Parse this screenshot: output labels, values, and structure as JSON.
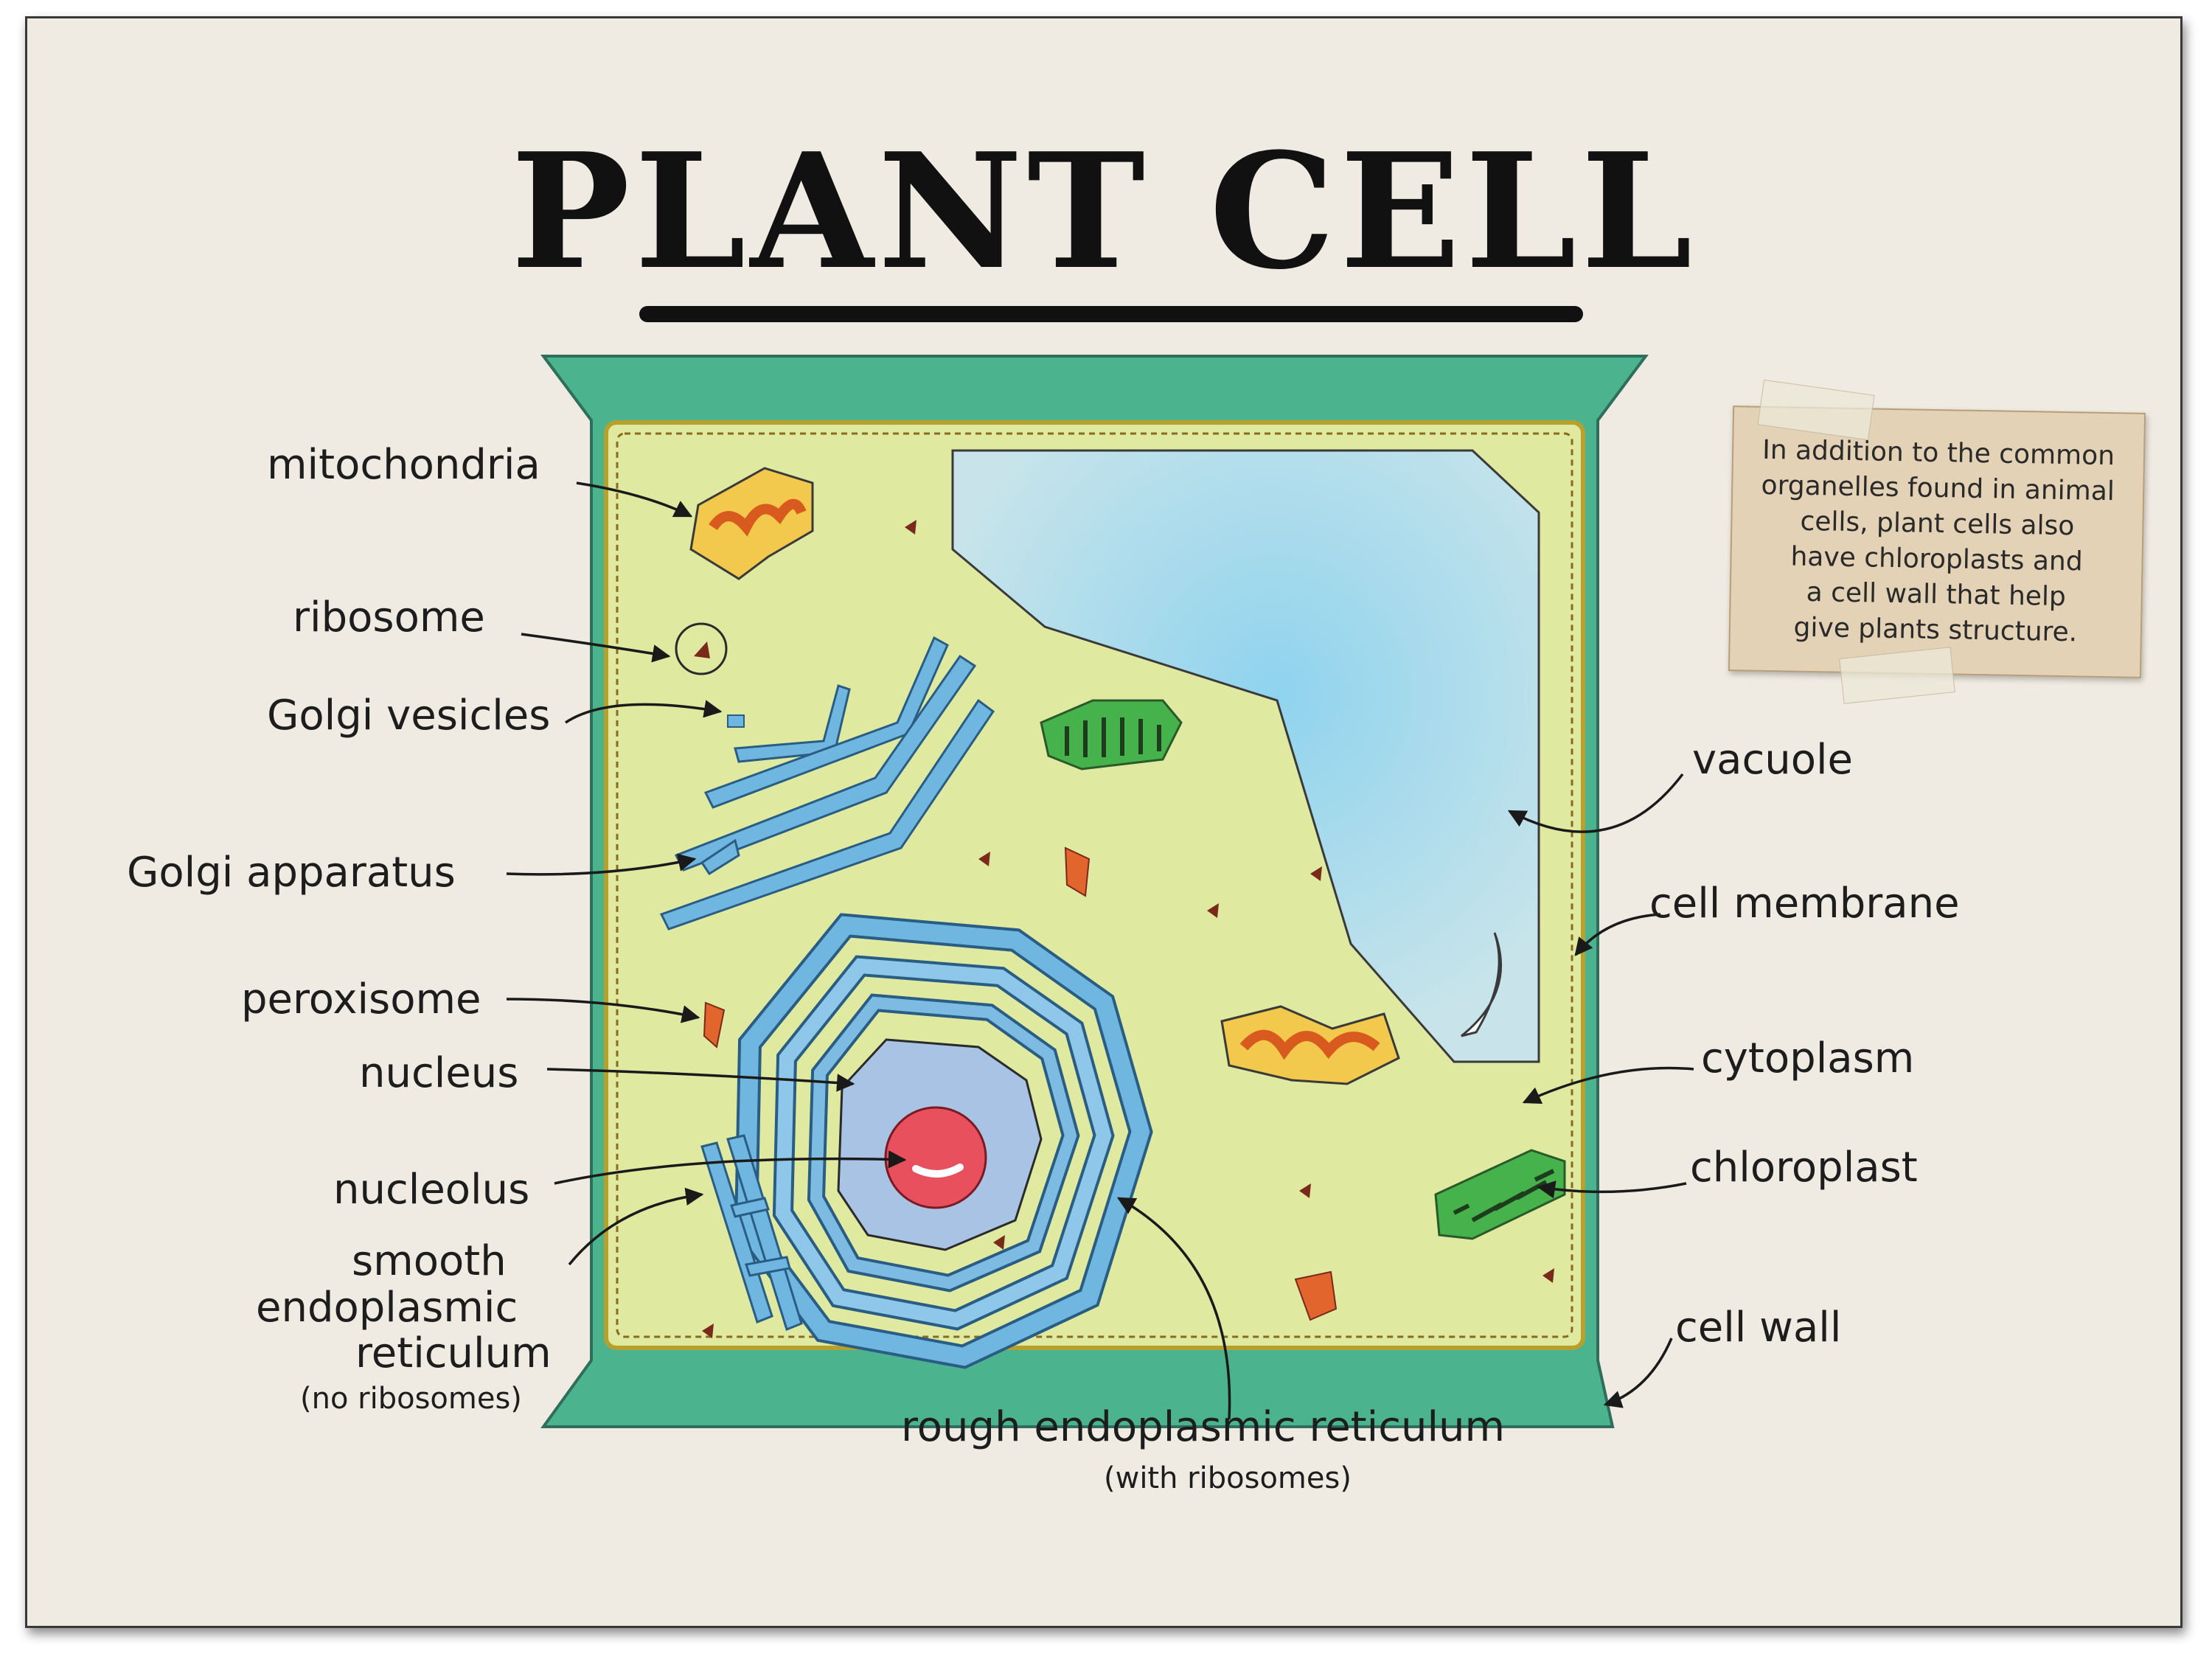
{
  "title": "PLANT CELL",
  "note": {
    "lines": [
      "In addition to the common",
      "organelles found in animal",
      "cells, plant cells also",
      "have chloroplasts and",
      "a cell wall that help",
      "give plants structure."
    ]
  },
  "labels": {
    "mitochondria": "mitochondria",
    "ribosome": "ribosome",
    "golgi_vesicles": "Golgi vesicles",
    "golgi_apparatus": "Golgi apparatus",
    "peroxisome": "peroxisome",
    "nucleus": "nucleus",
    "nucleolus": "nucleolus",
    "smooth_er_1": "smooth",
    "smooth_er_2": "endoplasmic",
    "smooth_er_3": "reticulum",
    "smooth_er_note": "(no ribosomes)",
    "rough_er": "rough endoplasmic reticulum",
    "rough_er_note": "(with ribosomes)",
    "vacuole": "vacuole",
    "cell_membrane": "cell membrane",
    "cytoplasm": "cytoplasm",
    "chloroplast": "chloroplast",
    "cell_wall": "cell wall"
  },
  "colors": {
    "cell_wall": "#4bb48f",
    "cytoplasm": "#dfe9a0",
    "vacuole": "#bfe3ec",
    "nucleus": "#a9c3e4",
    "nucleolus": "#e8505d",
    "er": "#6fb6e0",
    "chloroplast": "#46b24b",
    "mitochondria": "#f2c94c",
    "peroxisome": "#e2652d"
  }
}
